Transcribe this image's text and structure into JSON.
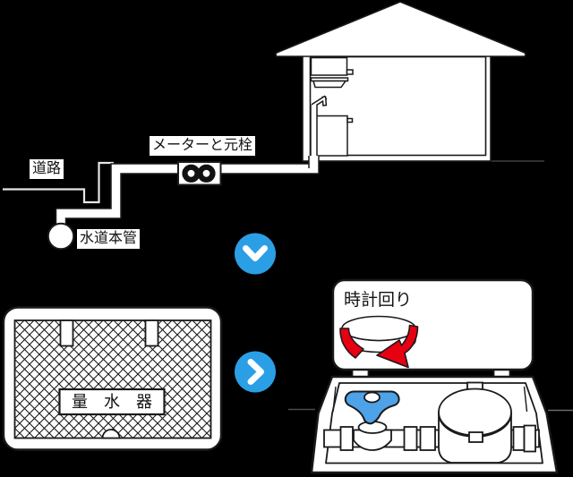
{
  "colors": {
    "background": "#000000",
    "accent-blue": "#2B9FE6",
    "valve-blue": "#4DA2E8",
    "arrow-red": "#E60012",
    "line": "#1a1a1a"
  },
  "labels": {
    "road": "道路",
    "meter_and_valve": "メーターと元栓",
    "water_main": "水道本管",
    "meter_plate": "量　水　器",
    "clockwise": "時計回り"
  },
  "icons": {
    "meter_symbol": "infinity-meter-symbol",
    "down_button": "chevron-down",
    "right_button": "chevron-right",
    "rotation": "clockwise-rotation-arrow"
  }
}
